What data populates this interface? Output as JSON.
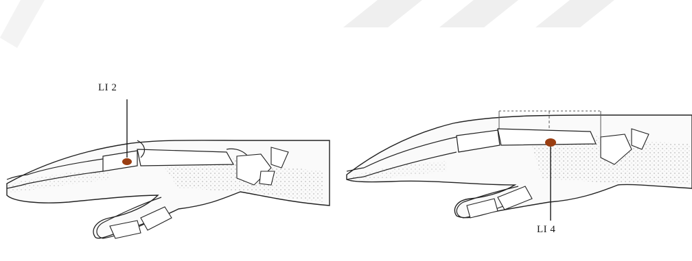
{
  "points": [
    {
      "id": "left",
      "label": "LI 2"
    },
    {
      "id": "right",
      "label": "LI 4"
    }
  ],
  "colors": {
    "point": "#9a3e12",
    "ink": "#222222",
    "watermark": "#eeeeee",
    "background": "#ffffff"
  }
}
